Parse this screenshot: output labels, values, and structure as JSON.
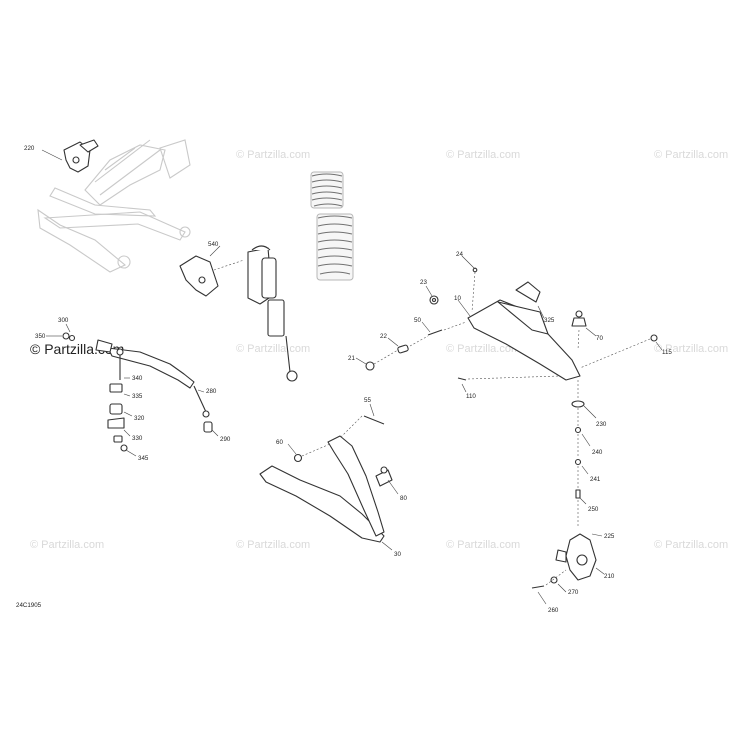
{
  "diagram": {
    "code": "24C1905",
    "watermark_text": "© Partzilla.com",
    "watermark_main": "© Partzilla.com",
    "callouts": {
      "c220": "220",
      "c540": "540",
      "c300": "300",
      "c350": "350",
      "c340": "340",
      "c335": "335",
      "c320": "320",
      "c330": "330",
      "c345": "345",
      "c280": "280",
      "c290": "290",
      "c24": "24",
      "c23": "23",
      "c10": "10",
      "c50": "50",
      "c22": "22",
      "c21": "21",
      "c325": "325",
      "c70": "70",
      "c115": "115",
      "c110": "110",
      "c55": "55",
      "c60": "60",
      "c80": "80",
      "c30": "30",
      "c230": "230",
      "c240": "240",
      "c241": "241",
      "c250": "250",
      "c225": "225",
      "c210": "210",
      "c270": "270",
      "c260": "260"
    }
  }
}
